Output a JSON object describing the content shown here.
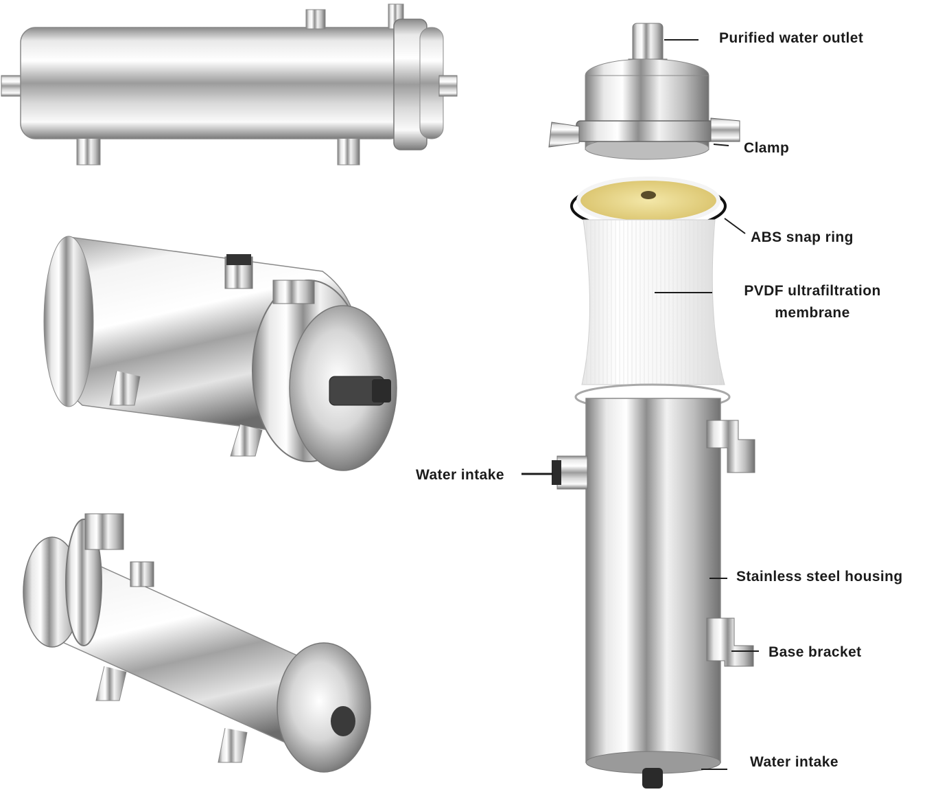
{
  "labels": {
    "purified_water_outlet": "Purified water outlet",
    "clamp": "Clamp",
    "abs_snap_ring": "ABS snap ring",
    "pvdf_line1": "PVDF ultrafiltration",
    "pvdf_line2": "membrane",
    "water_intake_side": "Water intake",
    "stainless_steel_housing": "Stainless steel housing",
    "base_bracket": "Base bracket",
    "water_intake_bottom": "Water intake"
  },
  "colors": {
    "steel_dark": "#6e6e6e",
    "steel_light": "#f7f7f7",
    "membrane_top": "#e8d27a",
    "leader_line": "#1b1b1b"
  }
}
